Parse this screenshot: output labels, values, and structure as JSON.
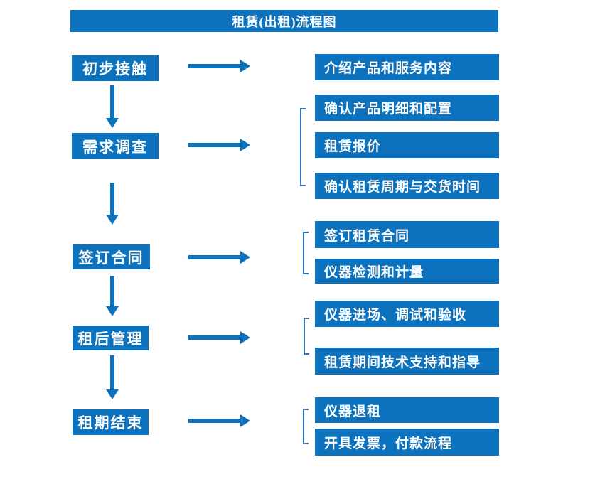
{
  "title": "租赁(出租)流程图",
  "colors": {
    "box_blue": "#0d72bd",
    "arrow_blue": "#0d72bd",
    "bracket_blue": "#3477bd",
    "text_white": "#ffffff",
    "background": "#ffffff"
  },
  "steps": [
    {
      "label": "初步接触",
      "details": [
        "介绍产品和服务内容"
      ]
    },
    {
      "label": "需求调查",
      "details": [
        "确认产品明细和配置",
        "租赁报价",
        "确认租赁周期与交货时间"
      ]
    },
    {
      "label": "签订合同",
      "details": [
        "签订租赁合同",
        "仪器检测和计量"
      ]
    },
    {
      "label": "租后管理",
      "details": [
        "仪器进场、调试和验收",
        "租赁期间技术支持和指导"
      ]
    },
    {
      "label": "租期结束",
      "details": [
        "仪器退租",
        "开具发票，付款流程"
      ]
    }
  ]
}
